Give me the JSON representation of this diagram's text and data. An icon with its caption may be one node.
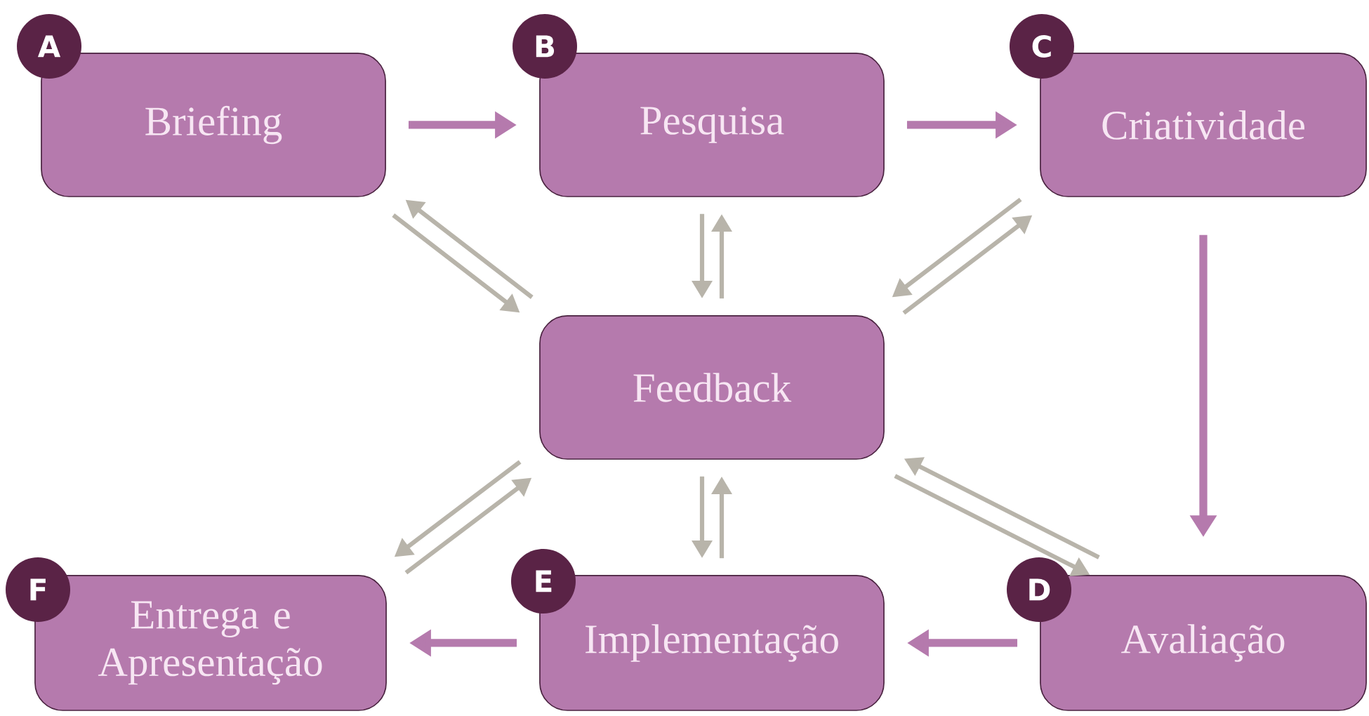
{
  "diagram": {
    "nodes": [
      {
        "text": [
          "A"
        ]
      },
      {
        "text": [
          "Briefing"
        ]
      },
      {
        "text": [
          "B"
        ]
      },
      {
        "text": [
          "Pesquisa"
        ]
      },
      {
        "text": [
          "C"
        ]
      },
      {
        "text": [
          "Criatividade"
        ]
      },
      {
        "text": [
          "Feedback"
        ]
      },
      {
        "text": [
          "F"
        ]
      },
      {
        "text": [
          "Entrega e Apresentação"
        ]
      },
      {
        "text": [
          "E"
        ]
      },
      {
        "text": [
          "Implementação"
        ]
      },
      {
        "text": [
          "D"
        ]
      },
      {
        "text": [
          "Avaliação"
        ]
      }
    ],
    "edges": [
      {
        "from": 1,
        "to": 3,
        "arrow": "to",
        "style": "thick",
        "color": "#b57aad"
      },
      {
        "from": 3,
        "to": 5,
        "arrow": "to",
        "style": "thick",
        "color": "#b57aad"
      },
      {
        "from": 5,
        "to": 12,
        "arrow": "to",
        "style": "thick",
        "color": "#b57aad"
      },
      {
        "from": 12,
        "to": 10,
        "arrow": "to",
        "style": "thick",
        "color": "#b57aad"
      },
      {
        "from": 10,
        "to": 8,
        "arrow": "to",
        "style": "thick",
        "color": "#b57aad"
      },
      {
        "from": 1,
        "to": 6,
        "arrow": "to"
      },
      {
        "from": 6,
        "to": 1,
        "arrow": "to"
      },
      {
        "from": 6,
        "to": 3,
        "arrow": "to"
      },
      {
        "from": 3,
        "to": 6,
        "arrow": "to"
      },
      {
        "from": 5,
        "to": 6,
        "arrow": "to"
      },
      {
        "from": 6,
        "to": 5,
        "arrow": "to"
      },
      {
        "from": 6,
        "to": 12,
        "arrow": "to"
      },
      {
        "from": 12,
        "to": 6,
        "arrow": "to"
      },
      {
        "from": 6,
        "to": 10,
        "arrow": "to"
      },
      {
        "from": 10,
        "to": 6,
        "arrow": "to"
      },
      {
        "from": 8,
        "to": 6,
        "arrow": "to"
      },
      {
        "from": 6,
        "to": 8,
        "arrow": "to"
      }
    ]
  }
}
